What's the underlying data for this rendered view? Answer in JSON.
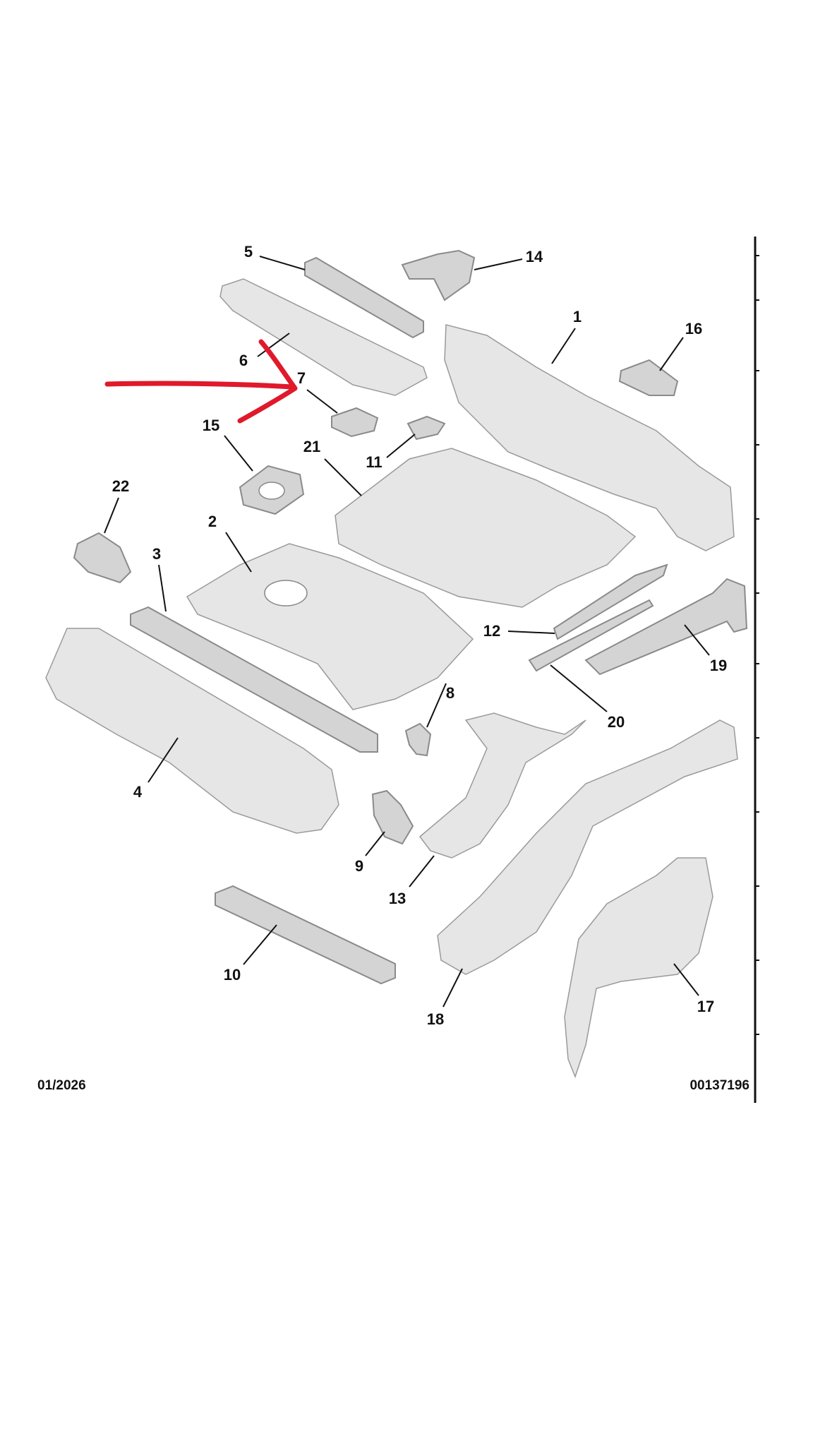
{
  "diagram": {
    "part_labels": [
      "1",
      "2",
      "3",
      "4",
      "5",
      "6",
      "7",
      "8",
      "9",
      "10",
      "11",
      "12",
      "13",
      "14",
      "15",
      "16",
      "17",
      "18",
      "19",
      "20",
      "21",
      "22"
    ],
    "date_code": "01/2026",
    "diagram_number": "00137196",
    "annotation_color": "#e0192b",
    "part_color": "#d4d4d4"
  }
}
